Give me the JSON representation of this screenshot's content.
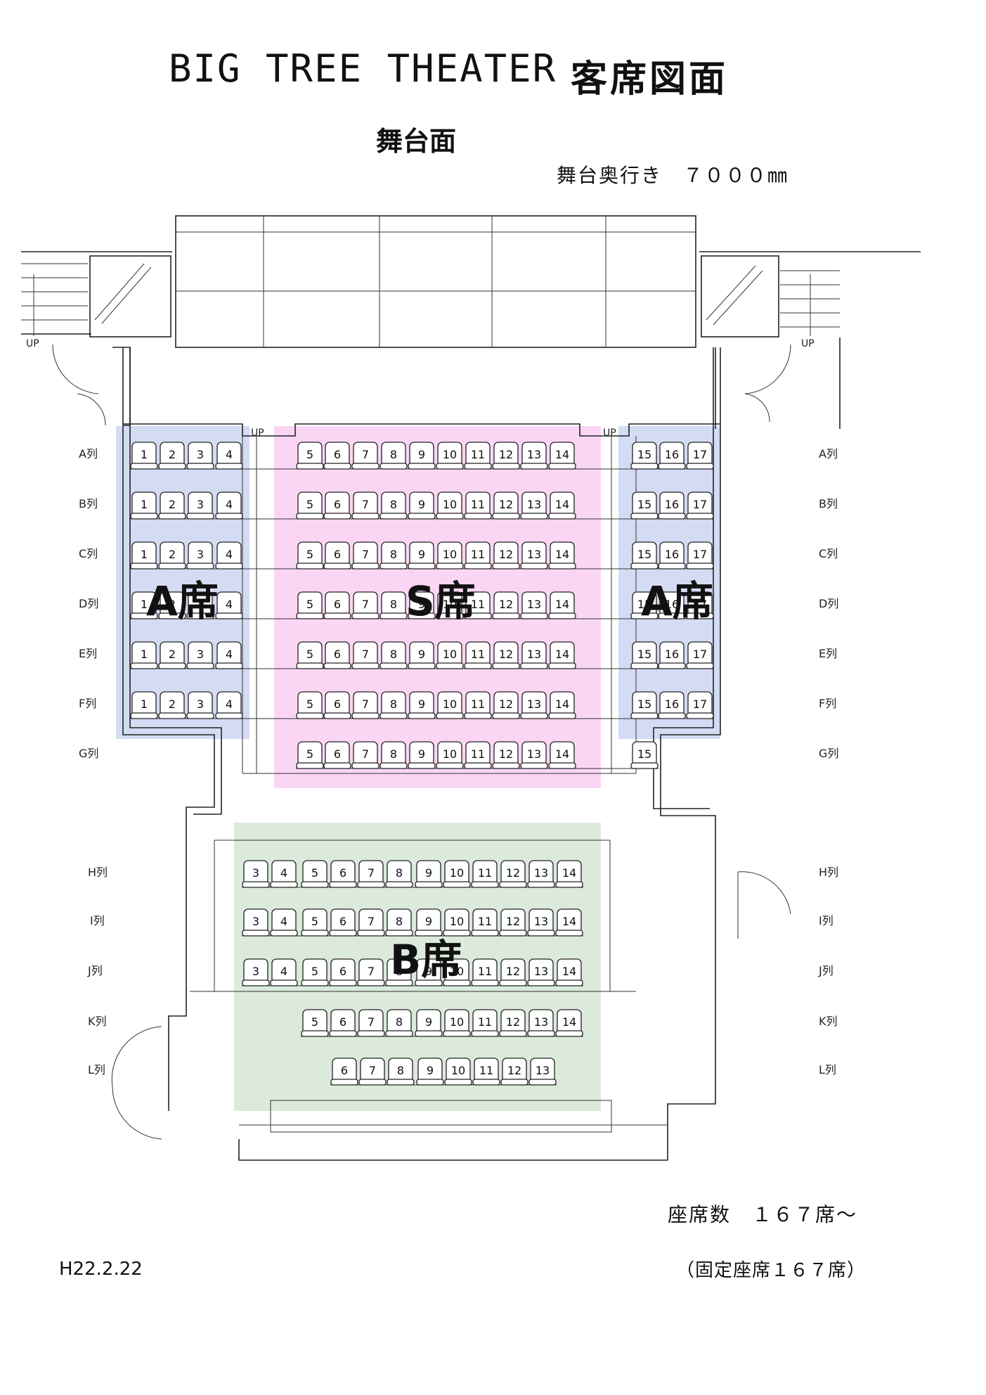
{
  "header": {
    "title": "BIG TREE THEATER",
    "title_jp": "客席図面",
    "stage_label": "舞台面",
    "stage_depth": "舞台奥行き　７０００㎜"
  },
  "footer": {
    "seat_count": "座席数　１６７席～",
    "fixed_seats": "（固定座席１６７席）",
    "date": "H22.2.22"
  },
  "zones": {
    "a_label": "A席",
    "s_label": "S席",
    "b_label": "B席",
    "colors": {
      "a": "#cfd8f3",
      "s": "#f9d2f3",
      "b": "#d7e8d6"
    }
  },
  "up_label": "UP",
  "rows": [
    {
      "label": "A列",
      "seats": [
        "1",
        "2",
        "3",
        "4",
        "5",
        "6",
        "7",
        "8",
        "9",
        "10",
        "11",
        "12",
        "13",
        "14",
        "15",
        "16",
        "17"
      ]
    },
    {
      "label": "B列",
      "seats": [
        "1",
        "2",
        "3",
        "4",
        "5",
        "6",
        "7",
        "8",
        "9",
        "10",
        "11",
        "12",
        "13",
        "14",
        "15",
        "16",
        "17"
      ]
    },
    {
      "label": "C列",
      "seats": [
        "1",
        "2",
        "3",
        "4",
        "5",
        "6",
        "7",
        "8",
        "9",
        "10",
        "11",
        "12",
        "13",
        "14",
        "15",
        "16",
        "17"
      ]
    },
    {
      "label": "D列",
      "seats": [
        "1",
        "2",
        "3",
        "4",
        "5",
        "6",
        "7",
        "8",
        "9",
        "10",
        "11",
        "12",
        "13",
        "14",
        "15",
        "16",
        "17"
      ]
    },
    {
      "label": "E列",
      "seats": [
        "1",
        "2",
        "3",
        "4",
        "5",
        "6",
        "7",
        "8",
        "9",
        "10",
        "11",
        "12",
        "13",
        "14",
        "15",
        "16",
        "17"
      ]
    },
    {
      "label": "F列",
      "seats": [
        "1",
        "2",
        "3",
        "4",
        "5",
        "6",
        "7",
        "8",
        "9",
        "10",
        "11",
        "12",
        "13",
        "14",
        "15",
        "16",
        "17"
      ]
    },
    {
      "label": "G列",
      "seats": [
        "5",
        "6",
        "7",
        "8",
        "9",
        "10",
        "11",
        "12",
        "13",
        "14",
        "15"
      ]
    },
    {
      "label": "H列",
      "seats": [
        "3",
        "4",
        "5",
        "6",
        "7",
        "8",
        "9",
        "10",
        "11",
        "12",
        "13",
        "14"
      ]
    },
    {
      "label": "I列",
      "seats": [
        "3",
        "4",
        "5",
        "6",
        "7",
        "8",
        "9",
        "10",
        "11",
        "12",
        "13",
        "14"
      ]
    },
    {
      "label": "J列",
      "seats": [
        "3",
        "4",
        "5",
        "6",
        "7",
        "8",
        "9",
        "10",
        "11",
        "12",
        "13",
        "14"
      ]
    },
    {
      "label": "K列",
      "seats": [
        "5",
        "6",
        "7",
        "8",
        "9",
        "10",
        "11",
        "12",
        "13",
        "14"
      ]
    },
    {
      "label": "L列",
      "seats": [
        "6",
        "7",
        "8",
        "9",
        "10",
        "11",
        "12",
        "13"
      ]
    }
  ]
}
